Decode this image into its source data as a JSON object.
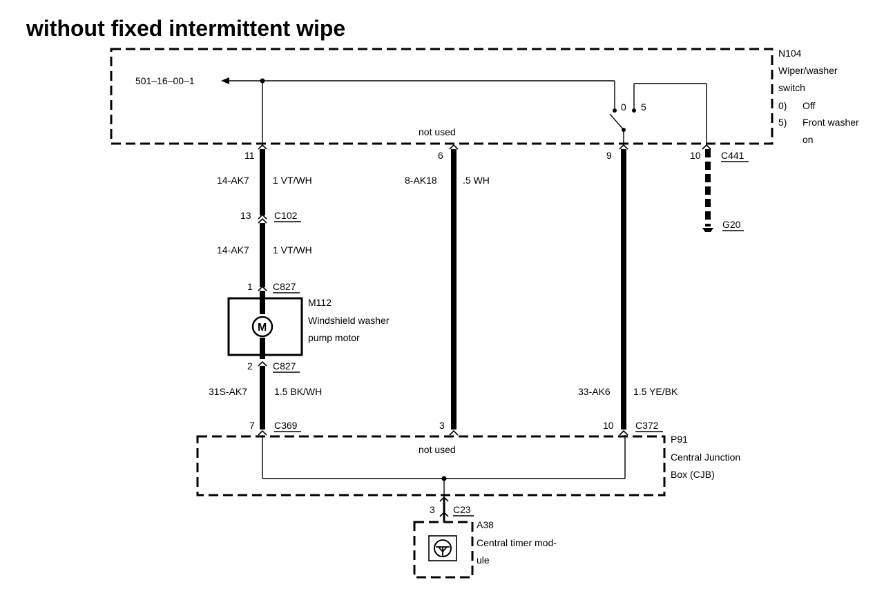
{
  "title": "without fixed intermittent wipe",
  "switch": {
    "id": "N104",
    "name_line1": "Wiper/washer",
    "name_line2": "switch",
    "pos0_num": "0)",
    "pos0_label": "Off",
    "pos5_num": "5)",
    "pos5_label_line1": "Front washer",
    "pos5_label_line2": "on",
    "ref": "501–16–00–1",
    "not_used": "not used",
    "contact_0": "0",
    "contact_5": "5"
  },
  "connectors": {
    "c441": "C441",
    "c102": "C102",
    "c827_top": "C827",
    "c827_bottom": "C827",
    "c369": "C369",
    "c372": "C372",
    "c23": "C23"
  },
  "ground": "G20",
  "pins": {
    "p11": "11",
    "p6": "6",
    "p9": "9",
    "p10_top": "10",
    "p13": "13",
    "p1": "1",
    "p2": "2",
    "p7": "7",
    "p3_cjb": "3",
    "p10_cjb": "10",
    "p3_ctm": "3"
  },
  "wires": {
    "left_top_code": "14-AK7",
    "left_top_spec": "1 VT/WH",
    "left_mid_code": "14-AK7",
    "left_mid_spec": "1 VT/WH",
    "left_low_code": "31S-AK7",
    "left_low_spec": "1.5 BK/WH",
    "middle_code": "8-AK18",
    "middle_spec": ".5 WH",
    "right_code": "33-AK6",
    "right_spec": "1.5 YE/BK"
  },
  "motor": {
    "id": "M112",
    "name_line1": "Windshield washer",
    "name_line2": "pump motor",
    "symbol": "M"
  },
  "cjb": {
    "id": "P91",
    "name_line1": "Central Junction",
    "name_line2": "Box (CJB)",
    "not_used": "not used"
  },
  "timer": {
    "id": "A38",
    "name_line1": "Central timer mod-",
    "name_line2": "ule"
  }
}
